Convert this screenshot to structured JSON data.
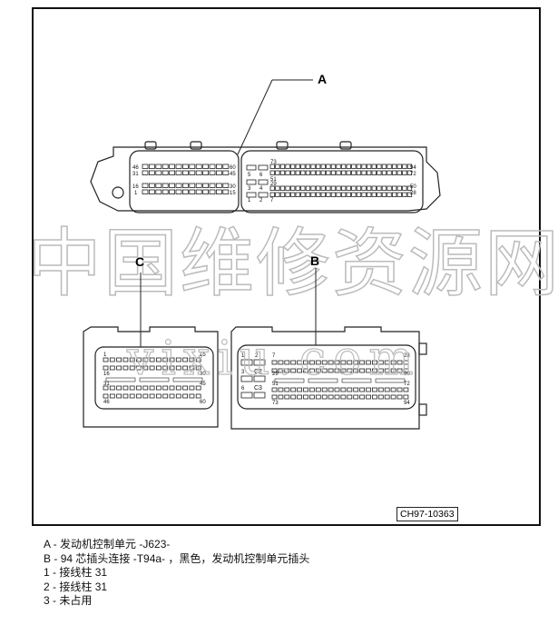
{
  "callouts": {
    "a": "A",
    "b": "B",
    "c": "C"
  },
  "connector_a": {
    "left_pins": [
      "46",
      "60",
      "31",
      "45",
      "16",
      "30",
      "1",
      "15"
    ],
    "right_pins": [
      "73",
      "94",
      "72",
      "51",
      "29",
      "50",
      "28",
      "7"
    ],
    "small_pins": [
      "5",
      "6",
      "3",
      "4",
      "1",
      "2"
    ]
  },
  "connector_c": {
    "pins": [
      "1",
      "15",
      "16",
      "30",
      "31",
      "45",
      "46",
      "60"
    ]
  },
  "connector_b": {
    "pins": [
      "1",
      "2",
      "3",
      "6",
      "7",
      "28",
      "29",
      "50",
      "51",
      "72",
      "73",
      "94"
    ],
    "markers": [
      "C2",
      "C3"
    ]
  },
  "figure_code": "CH97-10363",
  "watermark": {
    "cn": "中国维修资源网",
    "url": "vixiu.com"
  },
  "legend": [
    {
      "key": "A",
      "text": "发动机控制单元 -J623-"
    },
    {
      "key": "B",
      "text": "94 芯插头连接 -T94a- ，黑色，发动机控制单元插头"
    },
    {
      "key": "1",
      "text": "接线柱 31"
    },
    {
      "key": "2",
      "text": "接线柱 31"
    },
    {
      "key": "3",
      "text": "未占用"
    }
  ]
}
